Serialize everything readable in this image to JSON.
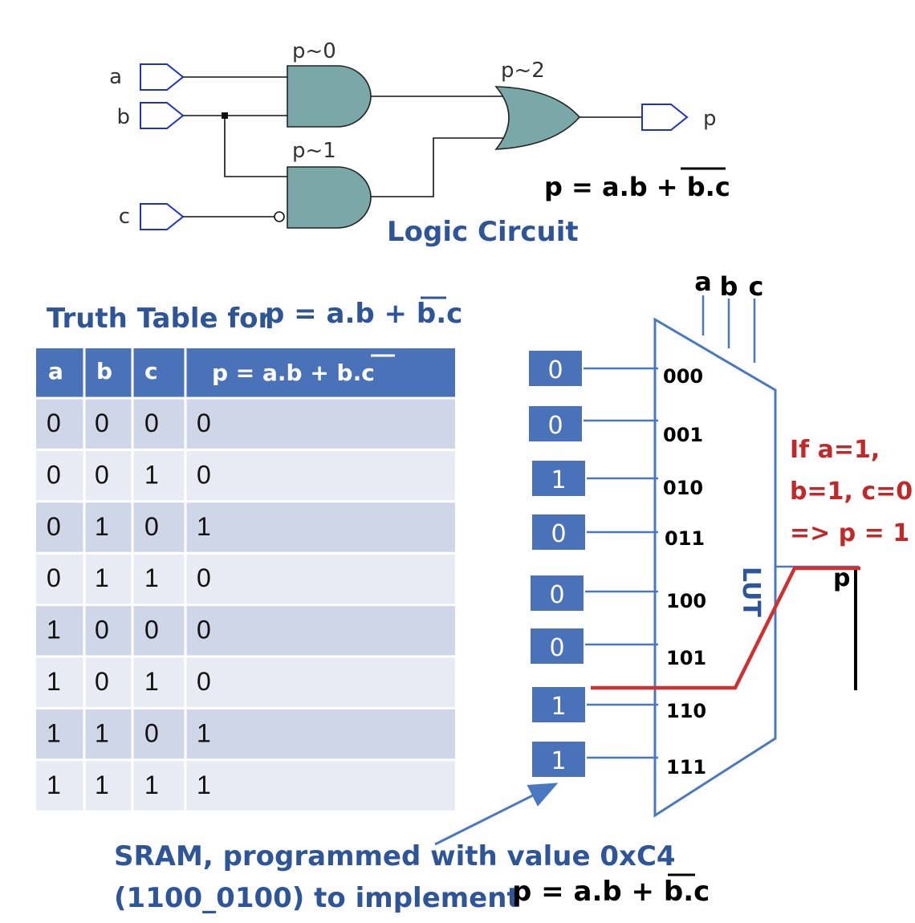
{
  "circuit": {
    "inputs": [
      "a",
      "b",
      "c"
    ],
    "output": "p",
    "gates": [
      "p~0",
      "p~1",
      "p~2"
    ],
    "equation": "p = a.b + b.c",
    "caption": "Logic Circuit"
  },
  "truth_table": {
    "title_prefix": "Truth Table for",
    "title_equation": "p = a.b + b.c",
    "headers": [
      "a",
      "b",
      "c",
      "p = a.b + b.c"
    ],
    "rows": [
      [
        "0",
        "0",
        "0",
        "0"
      ],
      [
        "0",
        "0",
        "1",
        "0"
      ],
      [
        "0",
        "1",
        "0",
        "1"
      ],
      [
        "0",
        "1",
        "1",
        "0"
      ],
      [
        "1",
        "0",
        "0",
        "0"
      ],
      [
        "1",
        "0",
        "1",
        "0"
      ],
      [
        "1",
        "1",
        "0",
        "1"
      ],
      [
        "1",
        "1",
        "1",
        "1"
      ]
    ]
  },
  "lut": {
    "label": "LUT",
    "select_inputs": [
      "a",
      "b",
      "c"
    ],
    "output": "p",
    "sram_values": [
      "0",
      "0",
      "1",
      "0",
      "0",
      "0",
      "1",
      "1"
    ],
    "addresses": [
      "000",
      "001",
      "010",
      "011",
      "100",
      "101",
      "110",
      "111"
    ],
    "note_lines": [
      "If a=1,",
      "b=1, c=0",
      "=> p = 1"
    ]
  },
  "caption": {
    "line1": "SRAM, programmed with value 0xC4",
    "line2": "(1100_0100) to implement",
    "equation": "p = a.b + b.c"
  },
  "colors": {
    "gate_fill": "#7aa8a8",
    "port_stroke": "#1a33cc",
    "table_header": "#4a72b8",
    "row_dark": "#cfd6e8",
    "row_light": "#e8ebf4",
    "accent_blue": "#2e5597",
    "path_red": "#d03030"
  }
}
